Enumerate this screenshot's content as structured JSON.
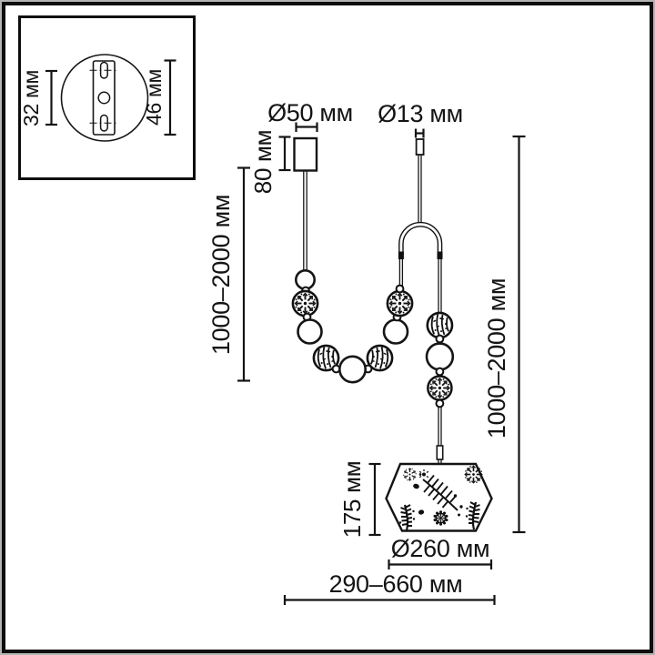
{
  "inset": {
    "bracket_width_label": "32 мм",
    "bracket_height_label": "46 мм"
  },
  "dims": {
    "canopy_diameter": "Ø50 мм",
    "rod_diameter": "Ø13 мм",
    "canopy_height": "80 мм",
    "left_height_range": "1000–2000 мм",
    "right_height_range": "1000–2000 мм",
    "shade_height": "175 мм",
    "shade_diameter": "Ø260 мм",
    "width_range": "290–660 мм"
  }
}
